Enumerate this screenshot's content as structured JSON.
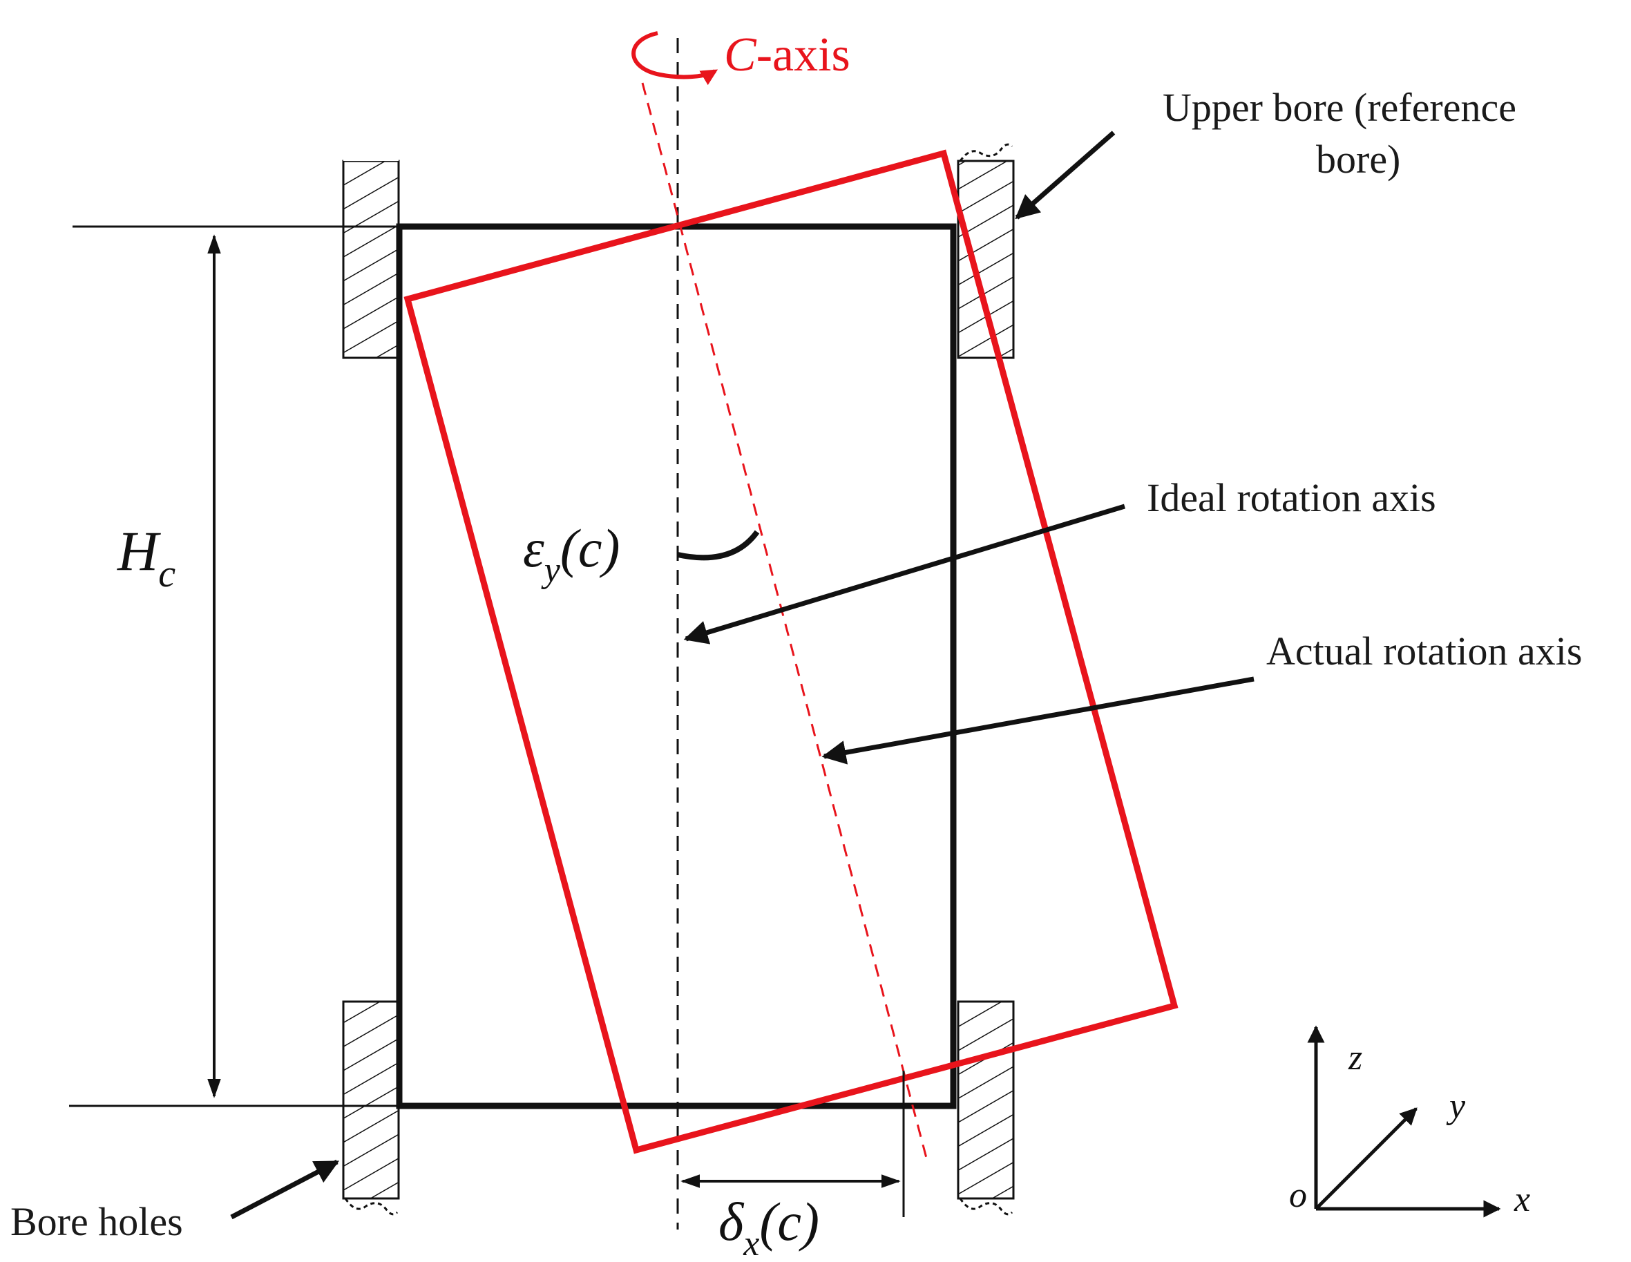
{
  "colors": {
    "ink": "#111111",
    "accent": "#e8141c",
    "background": "#ffffff"
  },
  "caxis": {
    "symbol": "C",
    "suffix": "-axis"
  },
  "labels": {
    "upper_bore_line1": "Upper bore (reference",
    "upper_bore_line2": "bore)",
    "ideal_axis": "Ideal rotation axis",
    "actual_axis": "Actual rotation axis",
    "bore_holes": "Bore holes"
  },
  "symbols": {
    "height_main": "H",
    "height_sub": "c",
    "tilt_main": "ε",
    "tilt_sub": "y",
    "tilt_arg": "(c)",
    "offset_main": "δ",
    "offset_sub": "x",
    "offset_arg": "(c)"
  },
  "coords": {
    "z": "z",
    "y": "y",
    "x": "x",
    "origin": "o"
  }
}
